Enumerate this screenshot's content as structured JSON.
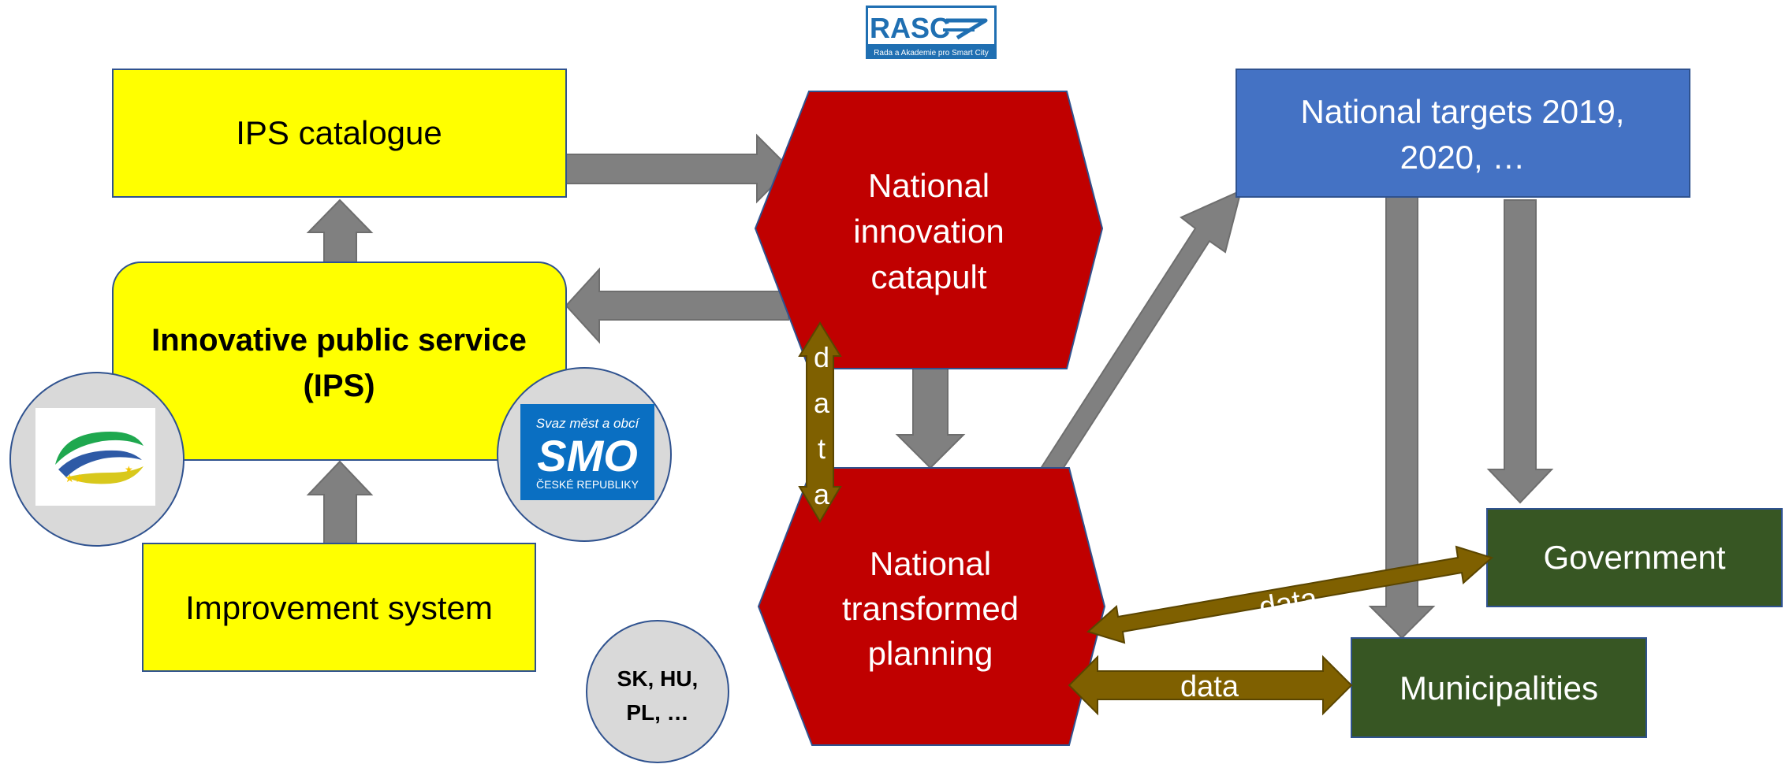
{
  "header": {
    "logo": {
      "main": "RASC",
      "sub": "Rada a Akademie pro Smart City",
      "icon": "arrow-swoosh-icon"
    }
  },
  "nodes": {
    "ips_catalogue": "IPS catalogue",
    "ips": {
      "line1": "Innovative public service",
      "line2": "(IPS)"
    },
    "improvement_system": "Improvement system",
    "catapult": {
      "line1": "National",
      "line2": "innovation",
      "line3": "catapult"
    },
    "planning": {
      "line1": "National",
      "line2": "transformed",
      "line3": "planning"
    },
    "targets": {
      "line1": "National targets 2019,",
      "line2": "2020, …"
    },
    "government": "Government",
    "municipalities": "Municipalities",
    "countries": {
      "line1": "SK, HU,",
      "line2": "PL, …"
    }
  },
  "logos": {
    "left_logo": "eu-operational-programme-logo",
    "smo": {
      "line1": "Svaz měst a obcí",
      "main": "SMO",
      "line2": "ČESKÉ REPUBLIKY"
    }
  },
  "edges": {
    "data_vertical": [
      "d",
      "a",
      "t",
      "a"
    ],
    "data_government": "data",
    "data_municipalities": "data"
  },
  "colors": {
    "yellow": "#ffff00",
    "red": "#c00000",
    "blue": "#4472c4",
    "green": "#375623",
    "arrow_gray": "#808080",
    "data_brown": "#7f6000",
    "circle_gray": "#d9d9d9",
    "outline": "#2f528f"
  }
}
